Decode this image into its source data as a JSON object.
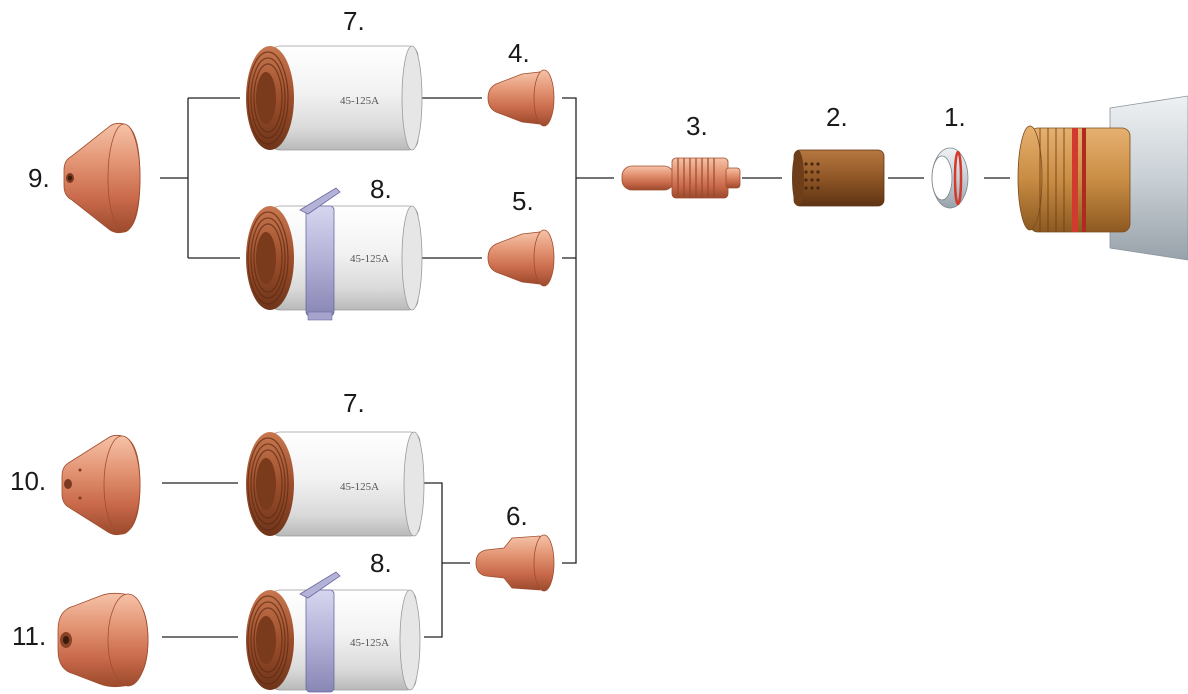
{
  "colors": {
    "copper_light": "#f2ab8e",
    "copper_mid": "#d67f5e",
    "copper_dark": "#a24e30",
    "shield_white": "#f5f5f5",
    "shield_grey": "#c7c7c7",
    "clip_lavender": "#b4b2d6",
    "torch_grey": "#c8d0d6",
    "oring_red": "#d23a2e",
    "connector_line": "#222222"
  },
  "labels": {
    "n1": "1.",
    "n2": "2.",
    "n3": "3.",
    "n4": "4.",
    "n5": "5.",
    "n6": "6.",
    "n7_top": "7.",
    "n8_top": "8.",
    "n7_bottom": "7.",
    "n8_bottom": "8.",
    "n9": "9.",
    "n10": "10.",
    "n11": "11."
  },
  "stamps": {
    "retaining_cap_top_7": "45-125A",
    "retaining_cap_top_8": "45-125A",
    "retaining_cap_bottom_7": "45-125A",
    "retaining_cap_bottom_8": "45-125A"
  }
}
